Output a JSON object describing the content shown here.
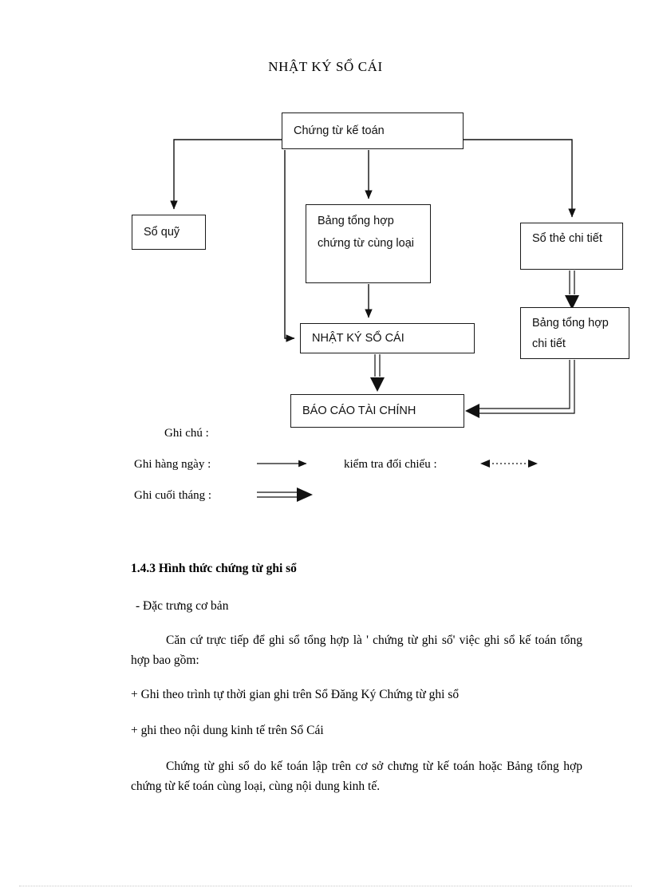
{
  "document": {
    "title": "NHẬT KÝ SỔ CÁI"
  },
  "diagram": {
    "nodes": [
      {
        "id": "chung-tu",
        "label": "Chứng từ kế toán"
      },
      {
        "id": "so-quy",
        "label": "Sổ quỹ"
      },
      {
        "id": "bang-tong-hop",
        "label": "Bảng tổng hợp chứng từ cùng loại"
      },
      {
        "id": "so-the",
        "label": "Sổ thẻ chi tiết"
      },
      {
        "id": "bang-ct",
        "label": "Bảng tổng hợp chi tiết"
      },
      {
        "id": "nhat-ky",
        "label": "NHẬT KÝ SỔ CÁI"
      },
      {
        "id": "bao-cao",
        "label": "BÁO CÁO TÀI CHÍNH"
      }
    ],
    "edges": [
      {
        "from": "chung-tu",
        "to": "so-quy",
        "style": "single"
      },
      {
        "from": "chung-tu",
        "to": "bang-tong-hop",
        "style": "single"
      },
      {
        "from": "chung-tu",
        "to": "so-the",
        "style": "single"
      },
      {
        "from": "chung-tu",
        "to": "nhat-ky",
        "style": "single"
      },
      {
        "from": "bang-tong-hop",
        "to": "nhat-ky",
        "style": "single"
      },
      {
        "from": "so-the",
        "to": "bang-ct",
        "style": "double"
      },
      {
        "from": "nhat-ky",
        "to": "bao-cao",
        "style": "double"
      },
      {
        "from": "bang-ct",
        "to": "bao-cao",
        "style": "double"
      }
    ]
  },
  "legend": {
    "title": "Ghi chú :",
    "daily": "Ghi hàng ngày :",
    "monthly": "Ghi cuối tháng :",
    "check": "kiểm tra đối chiếu :"
  },
  "content": {
    "heading": "1.4.3 Hình thức chứng từ ghi sổ",
    "subheading": "- Đặc trưng cơ bản",
    "paragraph1": "Căn cứ trực tiếp để ghi sổ tổng hợp là ' chứng từ ghi sổ' việc ghi sổ kế toán tổng hợp bao gồm:",
    "bullet1": "+ Ghi theo trình tự thời gian ghi trên Sổ Đăng Ký Chứng từ ghi sổ",
    "bullet2": "+ ghi theo nội dung kinh tế trên Sổ Cái",
    "paragraph2": "Chứng từ ghi sổ do kế toán lập trên cơ sở chưng từ kế toán hoặc Bảng tổng hợp chứng từ kế toán cùng loại, cùng nội dung kinh tế."
  },
  "colors": {
    "ink": "#000000",
    "line": "#1a1a1a",
    "footer_rule": "#c9c9c9"
  }
}
